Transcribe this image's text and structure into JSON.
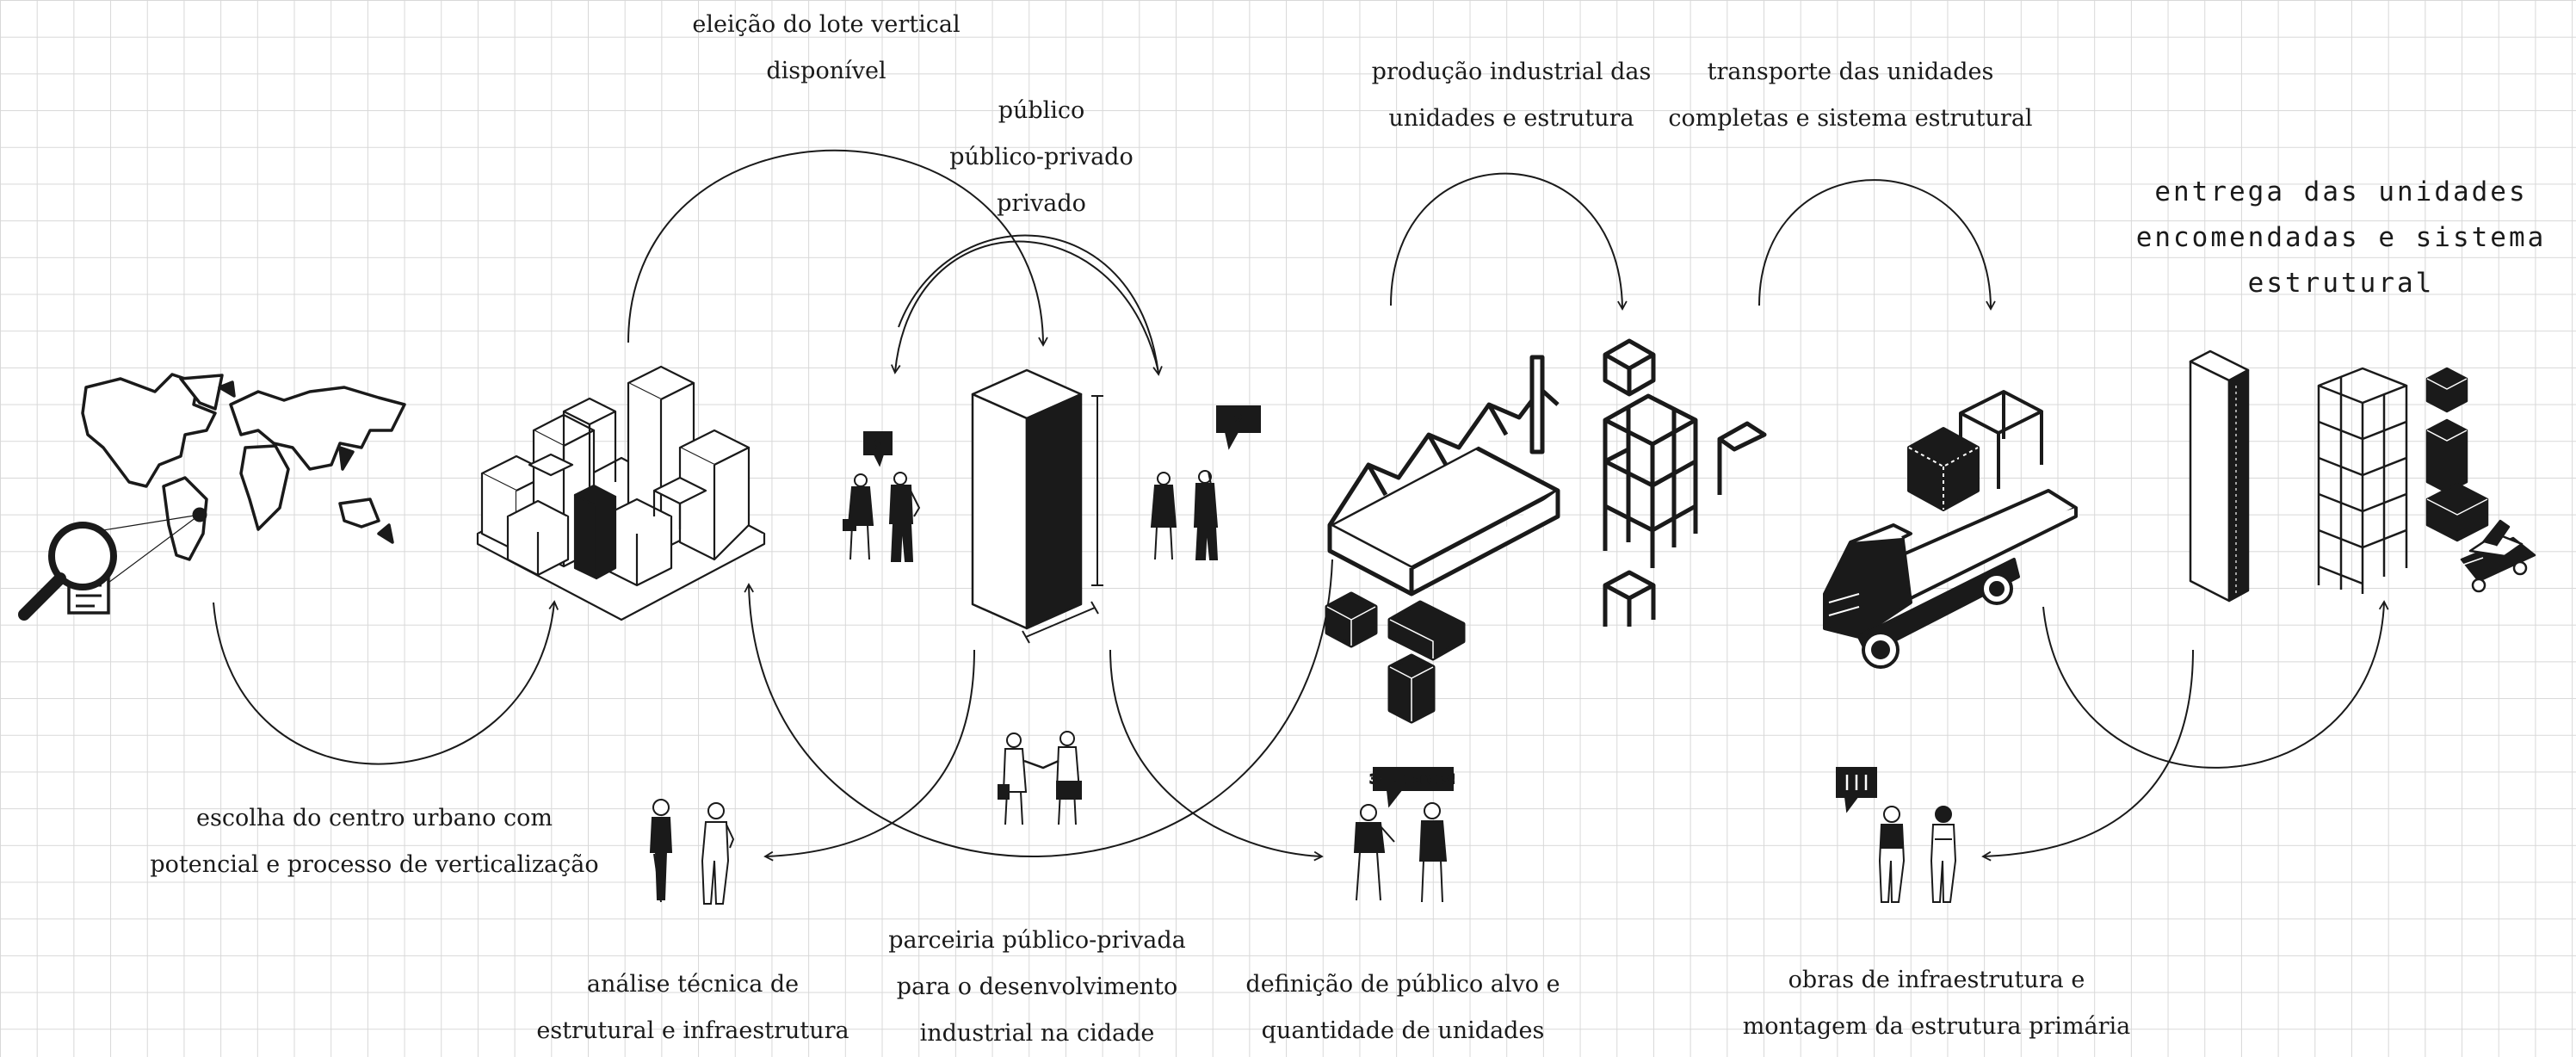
{
  "labels": {
    "lote": [
      "eleição do lote vertical",
      "disponível"
    ],
    "publico": [
      "público",
      "público-privado",
      "privado"
    ],
    "producao": [
      "produção industrial das",
      "unidades e estrutura"
    ],
    "transporte": [
      "transporte das unidades",
      "completas e sistema estrutural"
    ],
    "entrega": [
      "entrega das unidades",
      "encomendadas e sistema",
      "estrutural"
    ],
    "centro": [
      "escolha do centro urbano com",
      "potencial e processo de verticalização"
    ],
    "analise": [
      "análise técnica de",
      "estrutural e infraestrutura"
    ],
    "parceria": [
      "parceiria público-privada",
      "para o desenvolvimento",
      "industrial na cidade"
    ],
    "definicao": [
      "definição de público alvo e",
      "quantidade de unidades"
    ],
    "obras": [
      "obras de infraestrutura e",
      "montagem da estrutura primária"
    ]
  },
  "bubbles": {
    "money": "$",
    "m2": "m2!",
    "units": "30 unidades!"
  },
  "colors": {
    "ink": "#1a1a1a",
    "grid": "#d8d8d8",
    "paper": "#ffffff"
  },
  "icons": [
    "world-map-icon",
    "magnifier-document-icon",
    "city-blocks-icon",
    "tower-icon",
    "people-money-icon",
    "people-m2-icon",
    "handshake-icon",
    "factory-icon",
    "modular-boxes-icon",
    "structural-frame-icon",
    "truck-icon",
    "delivered-tower-icon",
    "crane-icon",
    "workers-icon",
    "tools-sign-icon"
  ]
}
